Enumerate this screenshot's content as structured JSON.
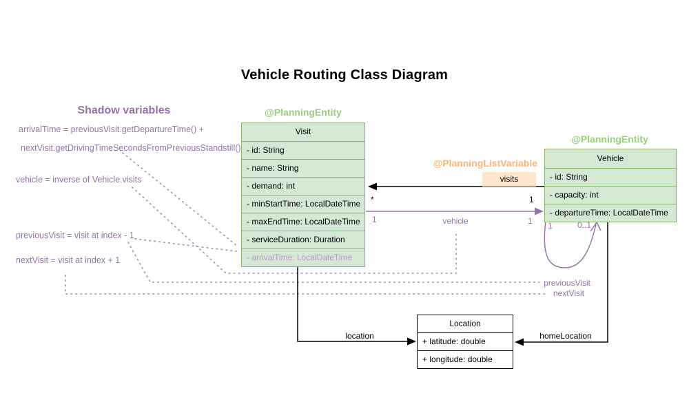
{
  "title": "Vehicle Routing Class Diagram",
  "shadow": {
    "heading": "Shadow variables",
    "notes": [
      "arrivalTime = previousVisit.getDepartureTime() +",
      "nextVisit.getDrivingTimeSecondsFromPreviousStandstill()",
      "vehicle = inverse of Vehicle.visits",
      "previousVisit = visit at index - 1",
      "nextVisit = visit at index + 1"
    ]
  },
  "classes": {
    "visit": {
      "stereotype": "@PlanningEntity",
      "name": "Visit",
      "fields": [
        "- id: String",
        "- name: String",
        "- demand: int",
        "- minStartTime: LocalDateTime",
        "- maxEndTime: LocalDateTime",
        "- serviceDuration: Duration",
        "- arrivalTime: LocalDateTime"
      ]
    },
    "vehicle": {
      "stereotype": "@PlanningEntity",
      "name": "Vehicle",
      "fields": [
        "- id: String",
        "- capacity: int",
        "- departureTime: LocalDateTime"
      ]
    },
    "location": {
      "name": "Location",
      "fields": [
        "+ latitude: double",
        "+ longitude: double"
      ]
    }
  },
  "edges": {
    "visits": {
      "annotation": "@PlanningListVariable",
      "label": "visits",
      "mult_visit_side": "*",
      "mult_vehicle_side": "1"
    },
    "vehicle": {
      "label": "vehicle",
      "mult_visit_side": "1",
      "mult_vehicle_side": "1"
    },
    "self_loop": {
      "mult_left": "1",
      "mult_right": "0..1",
      "label_previous": "previousVisit",
      "label_next": "nextVisit"
    },
    "location": {
      "label": "location"
    },
    "home_location": {
      "label": "homeLocation"
    }
  },
  "colors": {
    "purple": "#9673a6",
    "light_purple_field": "#b299c7",
    "green_border": "#82b366",
    "green_fill": "#d5e8d4",
    "green_text": "#97d077",
    "orange_fill": "#ffe6cc",
    "orange_text": "#ffb570",
    "line_black": "#000000",
    "background": "#ffffff"
  }
}
